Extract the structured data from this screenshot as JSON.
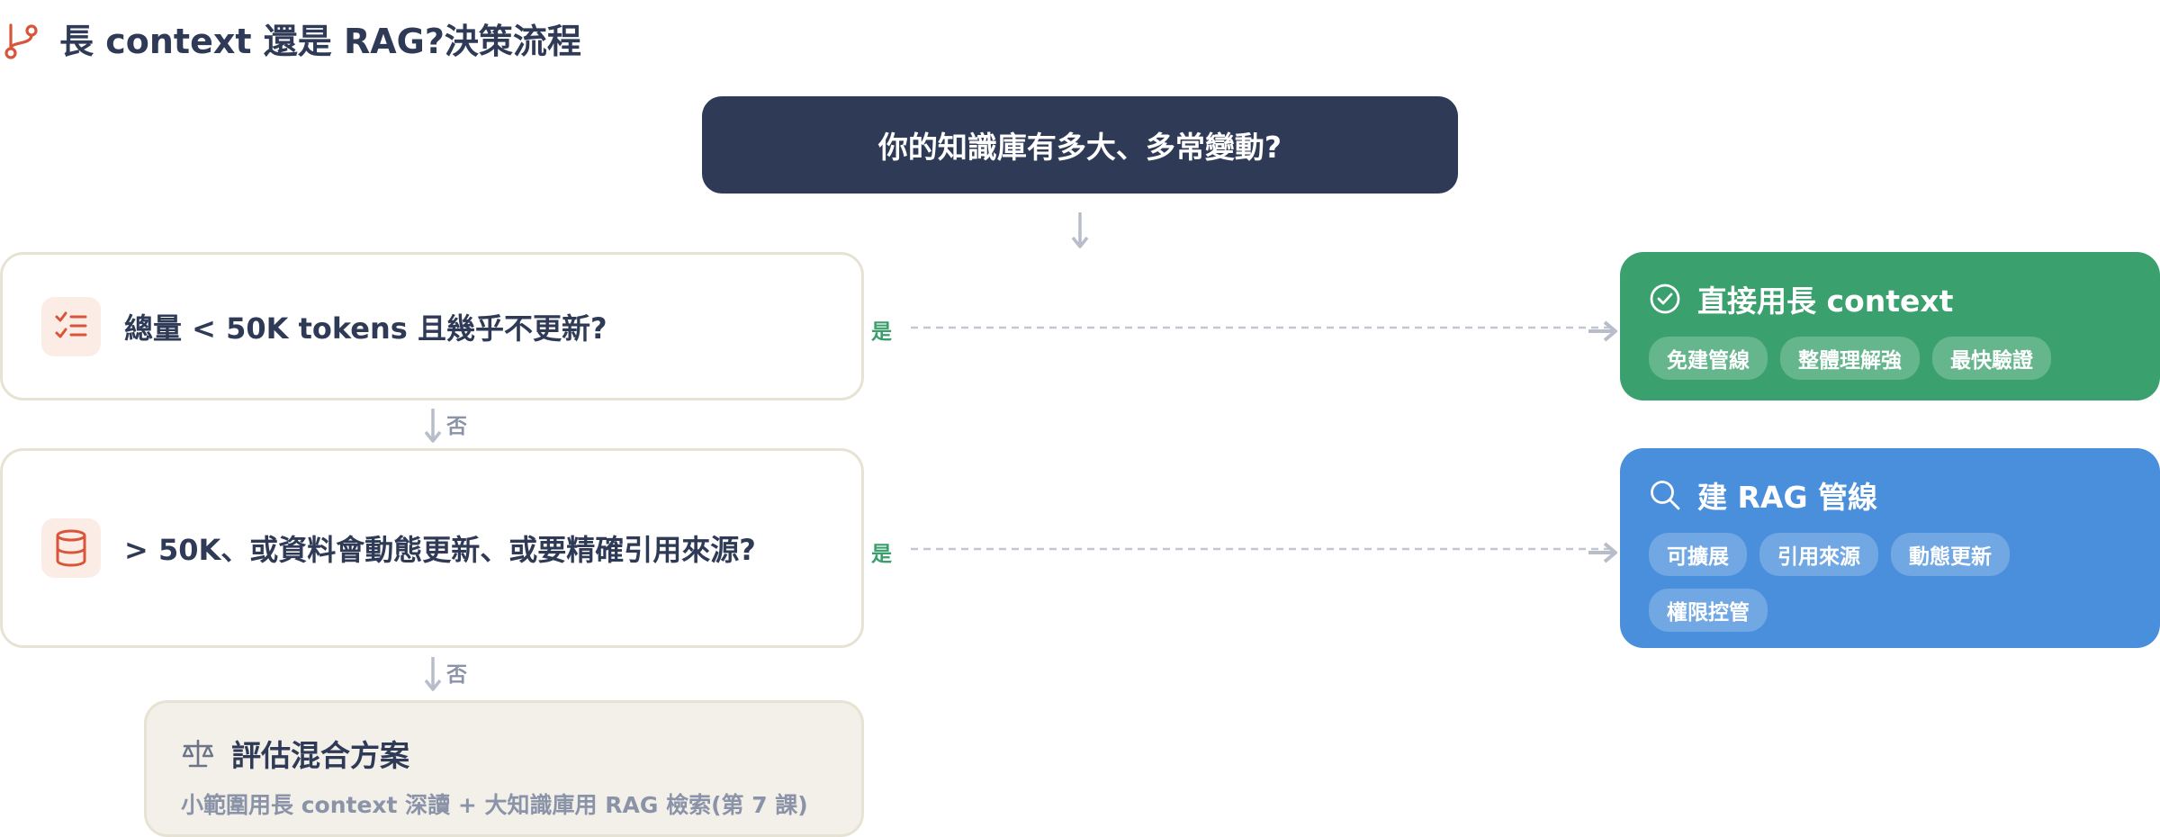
{
  "title": "長 context 還是 RAG?決策流程",
  "start_question": "你的知識庫有多大、多常變動?",
  "decisions": [
    {
      "question": "總量 < 50K tokens 且幾乎不更新?",
      "yes_label": "是",
      "no_label": "否",
      "icon": "checklist-icon"
    },
    {
      "question": "> 50K、或資料會動態更新、或要精確引用來源?",
      "yes_label": "是",
      "no_label": "否",
      "icon": "database-icon"
    }
  ],
  "outcomes": {
    "long_context": {
      "title": "直接用長 context",
      "icon": "check-circle-icon",
      "color": "#3aa06d",
      "tags": [
        "免建管線",
        "整體理解強",
        "最快驗證"
      ]
    },
    "rag": {
      "title": "建 RAG 管線",
      "icon": "search-icon",
      "color": "#4a8fdb",
      "tags": [
        "可擴展",
        "引用來源",
        "動態更新",
        "權限控管"
      ]
    },
    "hybrid": {
      "title": "評估混合方案",
      "icon": "scale-icon",
      "description": "小範圍用長 context 深讀 + 大知識庫用 RAG 檢索(第 7 課)"
    }
  },
  "colors": {
    "navy": "#2e3a56",
    "accent": "#d9553a",
    "yes_green": "#3a9f6d",
    "connector_gray": "#b8bdca"
  }
}
